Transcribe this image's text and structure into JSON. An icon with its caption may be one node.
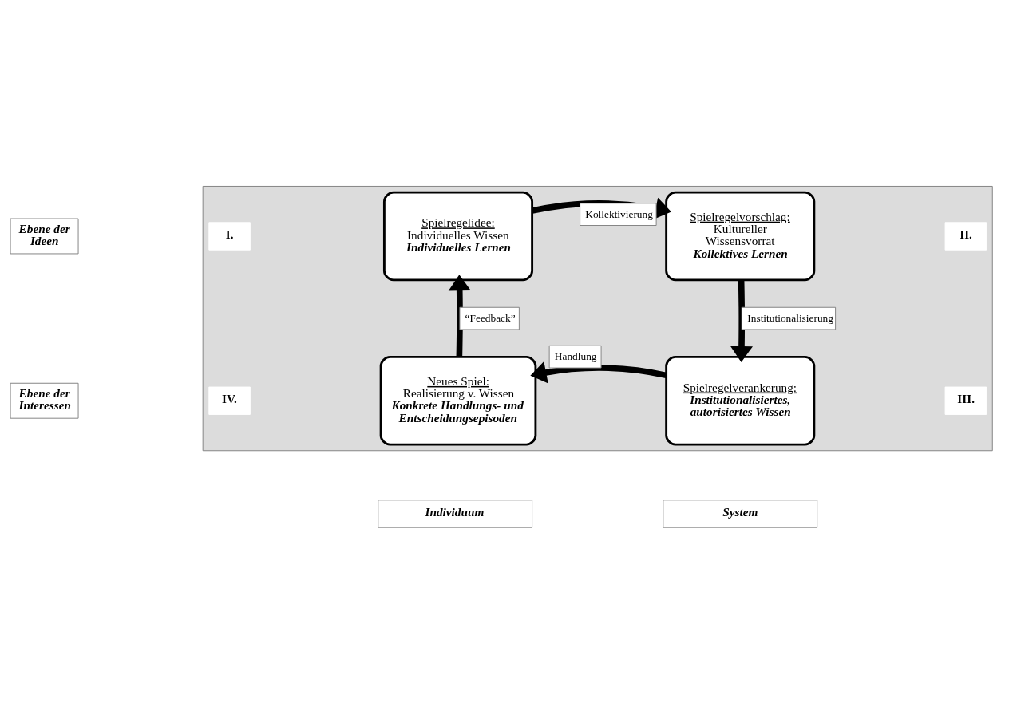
{
  "diagram": {
    "nodes": [
      {
        "text": [],
        "shape": "box"
      },
      {
        "text": [
          "Ebene der Ideen"
        ]
      },
      {
        "text": [
          "Spielregelidee:",
          "Individuelles Wissen",
          "Individuelles Lernen"
        ],
        "in": 0
      },
      {
        "text": [
          "Spielregelvorschlag:",
          "Kultureller Wissensvorrat",
          "Kollektives Lernen"
        ],
        "in": 0
      },
      {
        "text": [
          "Ebene der Interessen"
        ]
      },
      {
        "text": [
          "Neues Spiel:",
          "Realisierung v. Wissen",
          "Konkrete Handlungs- und Entscheidungsepisoden"
        ],
        "in": 0
      },
      {
        "text": [
          "Spielregelverankerung:",
          "Institutionalisiertes, autorisiertes Wissen"
        ],
        "in": 0
      },
      {
        "text": [
          "Individuum"
        ]
      },
      {
        "text": [
          "System"
        ]
      }
    ],
    "edges": [
      {
        "from": 2,
        "to": 3,
        "arrow": "to",
        "label": "Kollektivierung"
      },
      {
        "from": 3,
        "to": 6,
        "arrow": "to",
        "label": "Institutionalisierung"
      },
      {
        "from": 6,
        "to": 5,
        "arrow": "to",
        "label": "Handlung"
      },
      {
        "from": 5,
        "to": 2,
        "arrow": "to",
        "label": "“Feedback”"
      }
    ],
    "labels": [
      "I.",
      "II.",
      "IV.",
      "III."
    ]
  }
}
